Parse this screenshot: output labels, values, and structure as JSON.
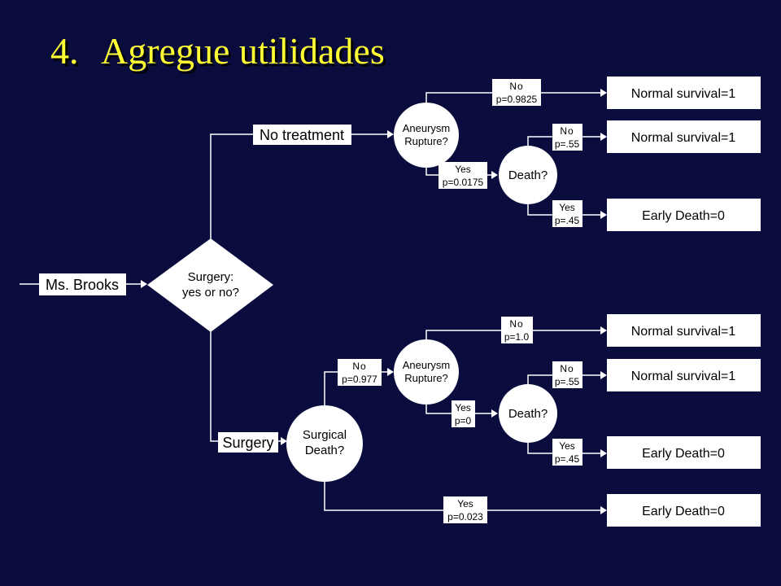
{
  "title": {
    "number": "4.",
    "text": "Agregue utilidades"
  },
  "colors": {
    "background": "#0a0c3e",
    "title": "#ffff33",
    "lines": "#ffffff",
    "boxes": "#ffffff",
    "text": "#000000"
  },
  "root": {
    "label": "Ms. Brooks"
  },
  "decision": {
    "line1": "Surgery:",
    "line2": "yes or no?"
  },
  "branches": {
    "no_treatment": "No treatment",
    "surgery": "Surgery"
  },
  "chance_nodes": {
    "rupture_no_treatment": {
      "line1": "Aneurysm",
      "line2": "Rupture?"
    },
    "death_no_treatment": {
      "line1": "Death?"
    },
    "surgical_death": {
      "line1": "Surgical",
      "line2": "Death?"
    },
    "rupture_surgery": {
      "line1": "Aneurysm",
      "line2": "Rupture?"
    },
    "death_surgery": {
      "line1": "Death?"
    }
  },
  "probabilities": {
    "nt_rupture_no": {
      "label": "No",
      "p": "p=0.9825"
    },
    "nt_rupture_yes": {
      "label": "Yes",
      "p": "p=0.0175"
    },
    "nt_death_no": {
      "label": "No",
      "p": "p=.55"
    },
    "nt_death_yes": {
      "label": "Yes",
      "p": "p=.45"
    },
    "s_surgdeath_no": {
      "label": "No",
      "p": "p=0.977"
    },
    "s_surgdeath_yes": {
      "label": "Yes",
      "p": "p=0.023"
    },
    "s_rupture_no": {
      "label": "No",
      "p": "p=1.0"
    },
    "s_rupture_yes": {
      "label": "Yes",
      "p": "p=0"
    },
    "s_death_no": {
      "label": "No",
      "p": "p=.55"
    },
    "s_death_yes": {
      "label": "Yes",
      "p": "p=.45"
    }
  },
  "outcomes": {
    "o1": "Normal survival=1",
    "o2": "Normal survival=1",
    "o3": "Early Death=0",
    "o4": "Normal survival=1",
    "o5": "Normal survival=1",
    "o6": "Early Death=0",
    "o7": "Early Death=0"
  }
}
